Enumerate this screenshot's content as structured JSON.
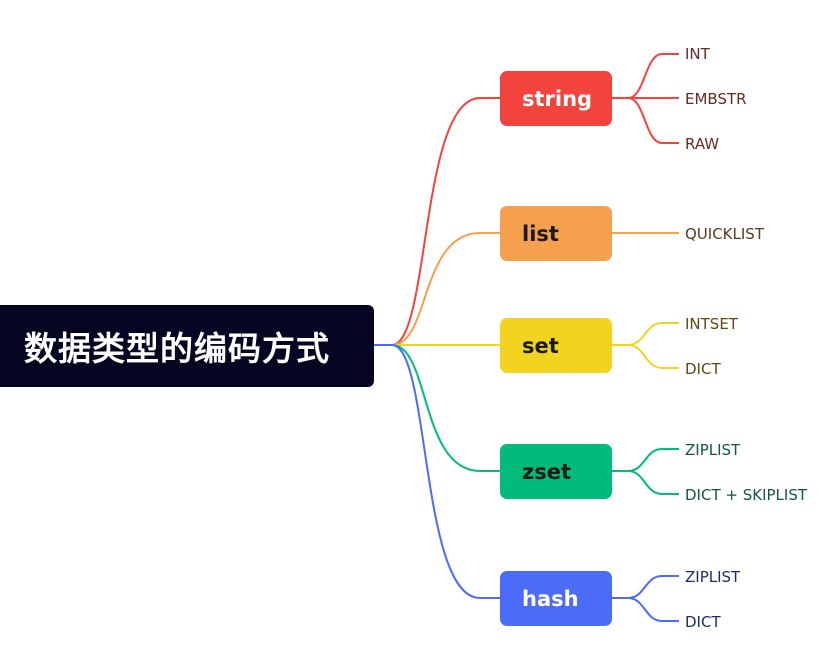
{
  "root": {
    "label": "数据类型的编码方式"
  },
  "types": [
    {
      "label": "string",
      "color": "#f2443c",
      "text_color": "#ffffff",
      "leaf_text_color": "#6b2a22",
      "encodings": [
        "INT",
        "EMBSTR",
        "RAW"
      ]
    },
    {
      "label": "list",
      "color": "#f6a04d",
      "text_color": "#1a1a1a",
      "leaf_text_color": "#5a3a1a",
      "encodings": [
        "QUICKLIST"
      ]
    },
    {
      "label": "set",
      "color": "#f2d420",
      "text_color": "#1a1a1a",
      "leaf_text_color": "#5a4a14",
      "encodings": [
        "INTSET",
        "DICT"
      ]
    },
    {
      "label": "zset",
      "color": "#00bb7a",
      "text_color": "#1a1a1a",
      "leaf_text_color": "#115a3a",
      "encodings": [
        "ZIPLIST",
        "DICT + SKIPLIST"
      ]
    },
    {
      "label": "hash",
      "color": "#4a6cf7",
      "text_color": "#ffffff",
      "leaf_text_color": "#1e2a6a",
      "encodings": [
        "ZIPLIST",
        "DICT"
      ]
    }
  ]
}
